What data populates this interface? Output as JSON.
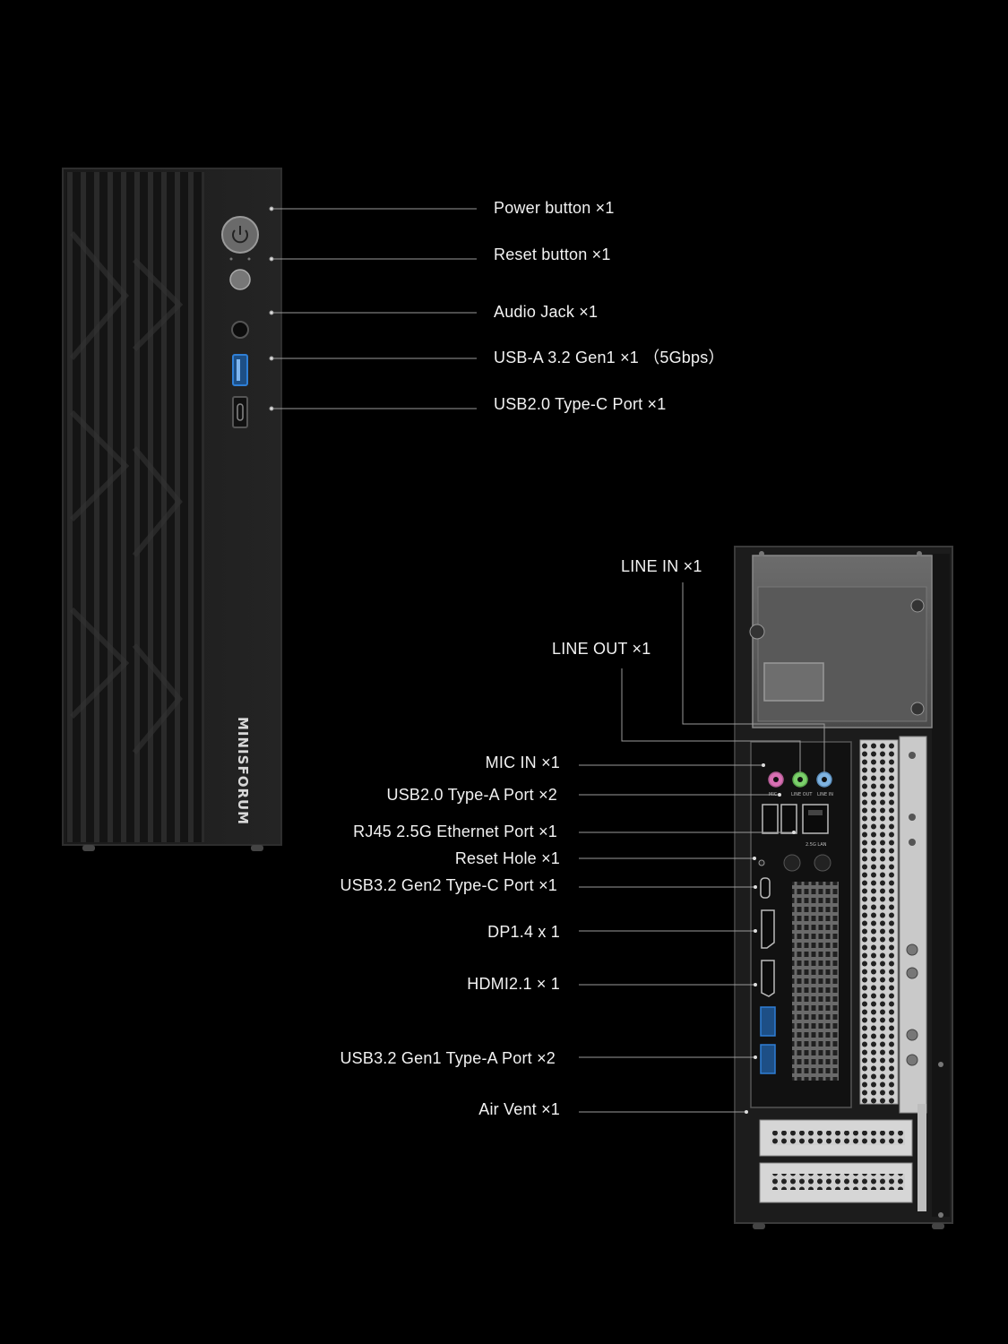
{
  "brand": "MINISFORUM",
  "front_labels": [
    "Power button ×1",
    "Reset button ×1",
    "Audio Jack ×1",
    "USB-A 3.2 Gen1 ×1 （5Gbps）",
    "USB2.0 Type-C Port  ×1"
  ],
  "rear_top_labels": {
    "line_in": "LINE IN  ×1",
    "line_out": "LINE OUT  ×1"
  },
  "rear_labels": [
    "MIC IN  ×1",
    "USB2.0 Type-A Port ×2",
    "RJ45 2.5G Ethernet Port ×1",
    "Reset Hole ×1",
    "USB3.2 Gen2 Type-C Port ×1",
    "DP1.4 x 1",
    "HDMI2.1 × 1",
    "USB3.2 Gen1 Type-A Port  ×2",
    "Air Vent ×1"
  ],
  "port_marks": {
    "mic": "MIC",
    "line_out": "LINE OUT",
    "line_in": "LINE IN",
    "lan": "2.5G LAN"
  },
  "colors": {
    "background": "#000000",
    "text": "#f2f2f2",
    "leader_line": "#9a9a9a",
    "usb3_blue": "#2f7fd6",
    "mic_pink": "#d86fb3",
    "line_out_green": "#7bcf6b",
    "line_in_blue": "#7fb3e0"
  }
}
